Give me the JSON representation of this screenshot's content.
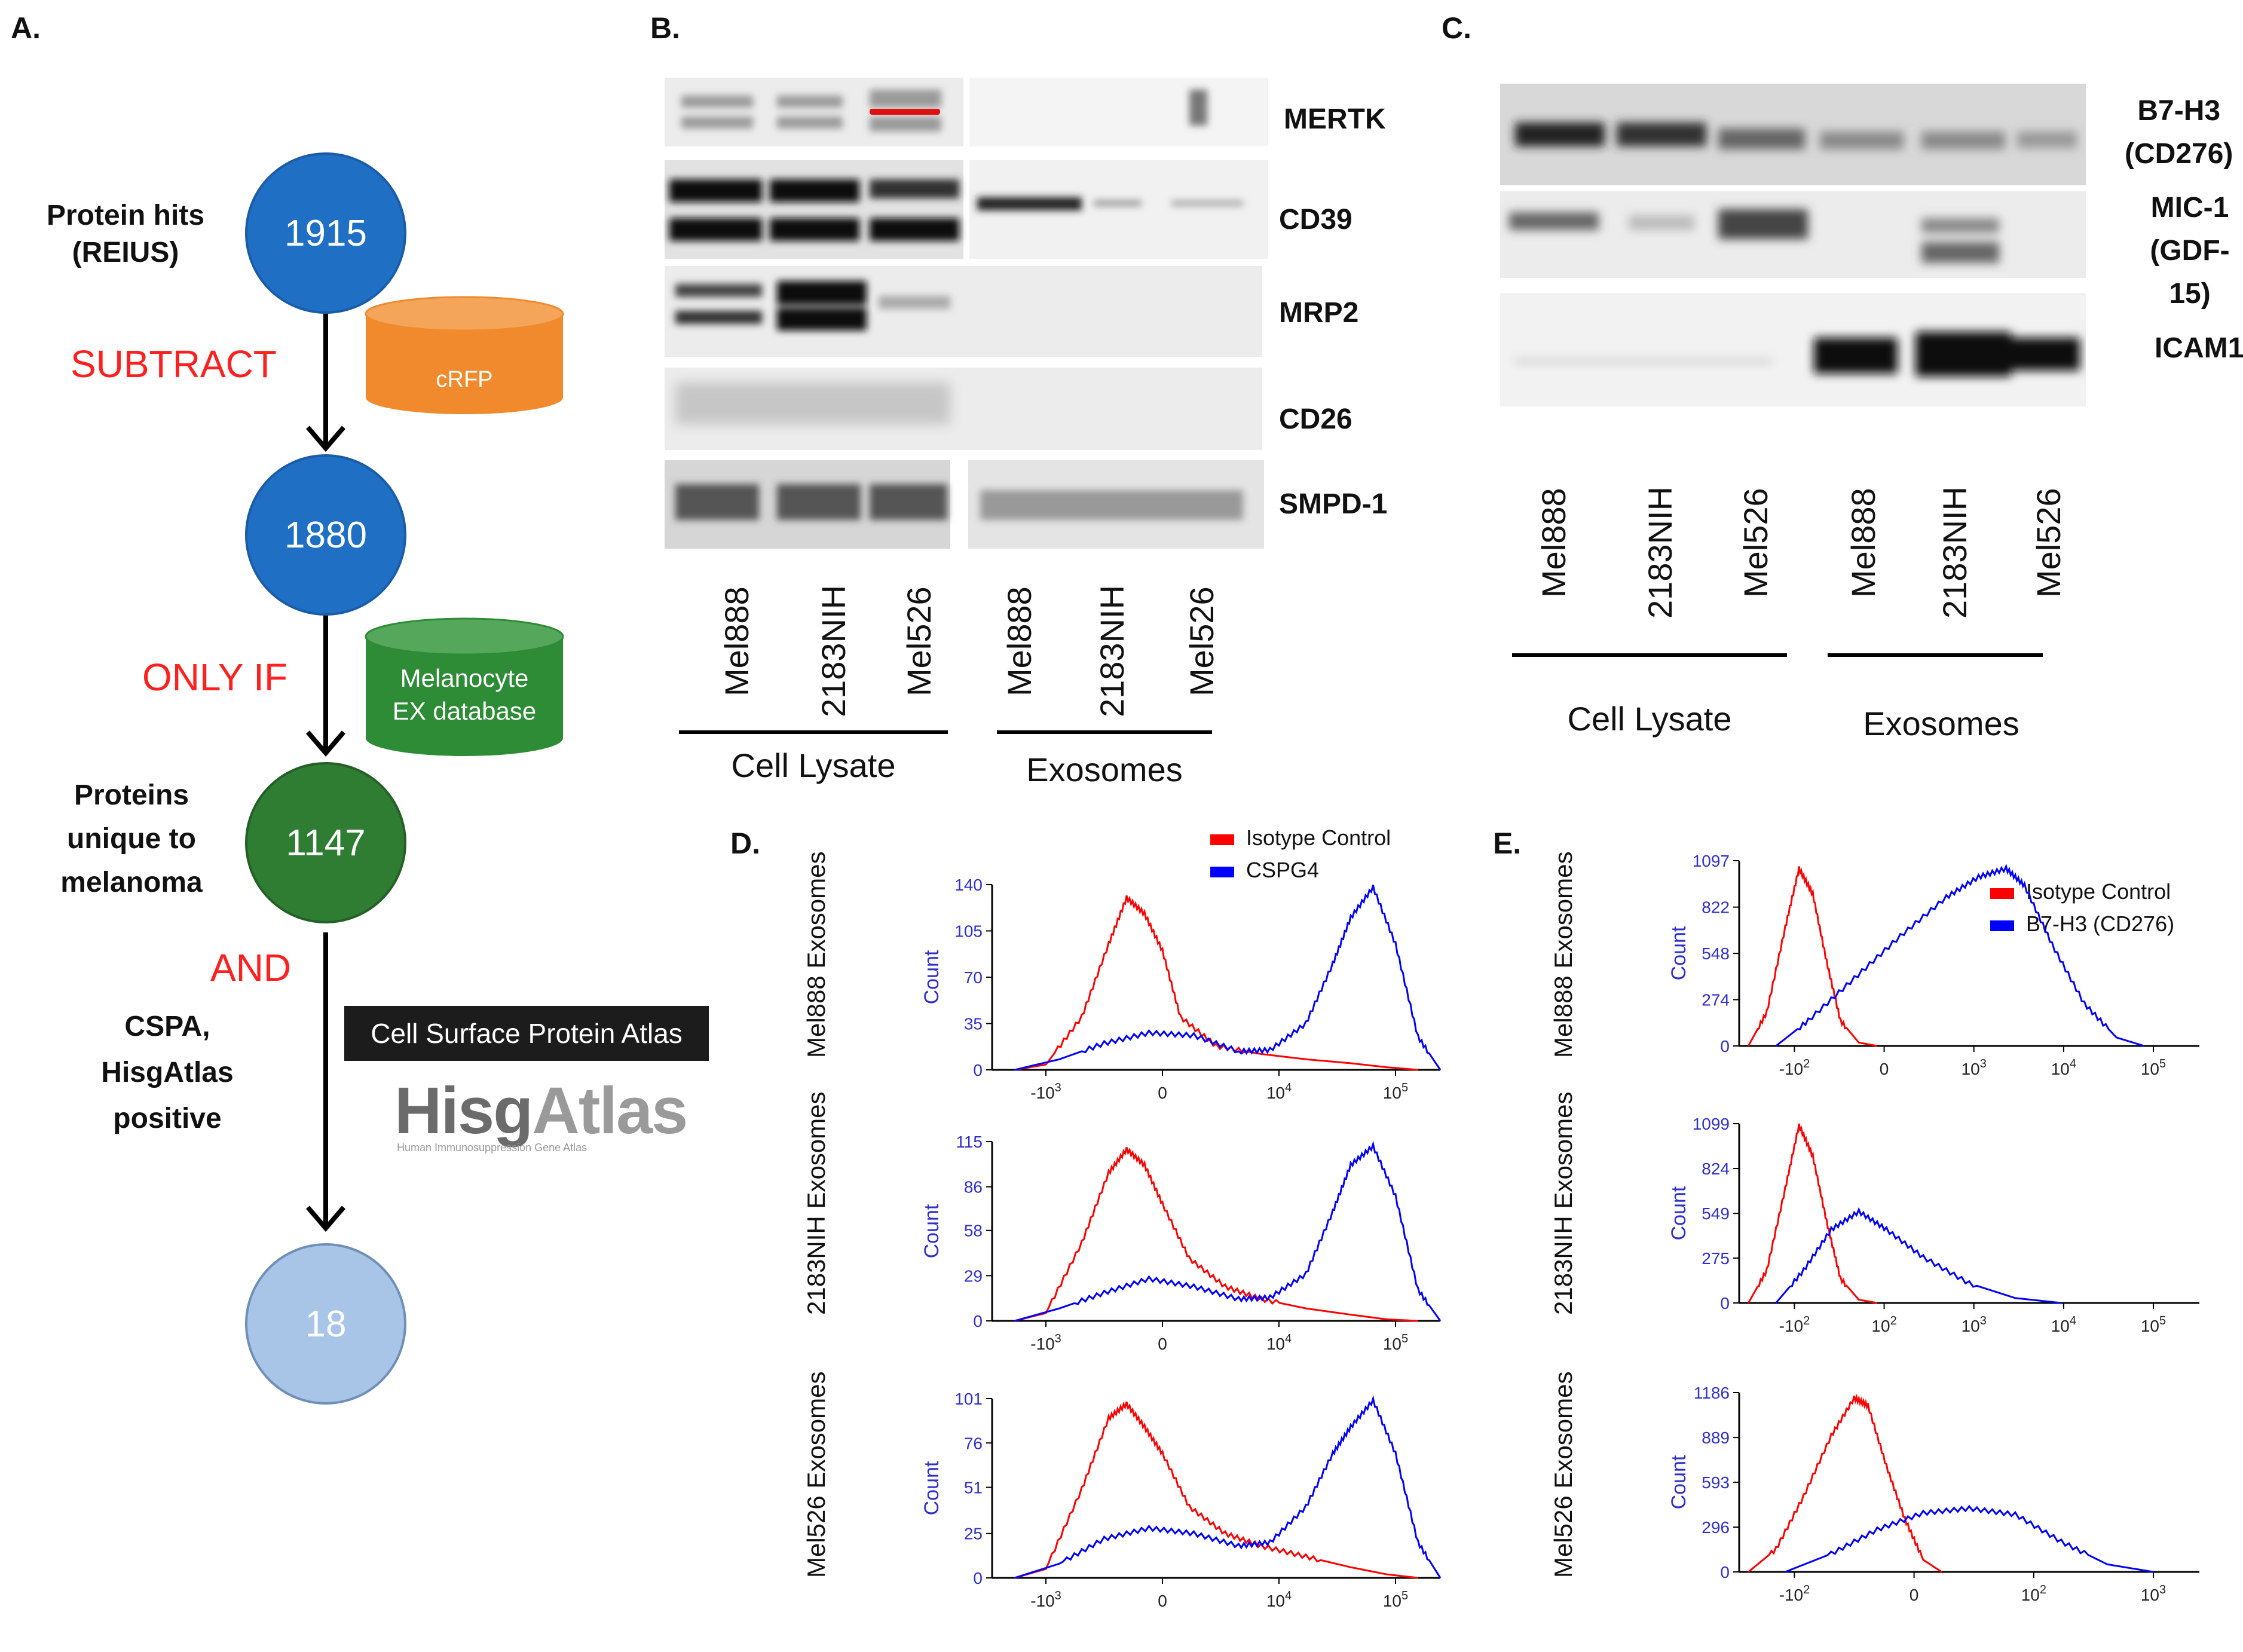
{
  "panels": {
    "A": "A.",
    "B": "B.",
    "C": "C.",
    "D": "D.",
    "E": "E."
  },
  "flow": {
    "steps": [
      {
        "label": "Protein hits\n(REIUS)",
        "value": "1915",
        "color": "#1f6fc5"
      },
      {
        "label": "",
        "value": "1880",
        "color": "#1f6fc5"
      },
      {
        "label": "Proteins\nunique to\nmelanoma",
        "value": "1147",
        "color": "#2e7d32"
      },
      {
        "label": "CSPA,\nHisgAtlas\npositive",
        "value": "18",
        "color": "#a8c4e6"
      }
    ],
    "operators": [
      "SUBTRACT",
      "ONLY IF",
      "AND"
    ],
    "databases": [
      {
        "label": "cRFP",
        "color": "#f08a2c"
      },
      {
        "label": "Melanocyte\nEX database",
        "color": "#2e8b36"
      }
    ],
    "cspa_banner": "Cell Surface Protein Atlas",
    "hisg_logo": {
      "main_a": "Hisg",
      "main_b": "Atlas",
      "tagline": "Human Immunosuppression Gene Atlas"
    }
  },
  "blotB": {
    "proteins": [
      "MERTK",
      "CD39",
      "MRP2",
      "CD26",
      "SMPD-1"
    ],
    "lanes": [
      "Mel888",
      "2183NIH",
      "Mel526",
      "Mel888",
      "2183NIH",
      "Mel526"
    ],
    "groups": [
      "Cell Lysate",
      "Exosomes"
    ]
  },
  "blotC": {
    "proteins": [
      "B7-H3\n(CD276)",
      "MIC-1\n(GDF-15)",
      "ICAM1"
    ],
    "lanes": [
      "Mel888",
      "2183NIH",
      "Mel526",
      "Mel888",
      "2183NIH",
      "Mel526"
    ],
    "groups": [
      "Cell Lysate",
      "Exosomes"
    ]
  },
  "chart_data": [
    {
      "type": "line",
      "panel": "D",
      "row": "Mel888 Exosomes",
      "ylabel": "Count",
      "yticks": [
        0,
        35,
        70,
        105,
        140
      ],
      "ylim": [
        0,
        140
      ],
      "xticks": [
        "-10^3",
        "0",
        "10^4",
        "10^5"
      ],
      "legend": [
        "Isotype Control",
        "CSPG4"
      ],
      "series": [
        {
          "name": "Isotype Control",
          "color": "#ff0000",
          "x": [
            0.05,
            0.12,
            0.2,
            0.26,
            0.3,
            0.34,
            0.38,
            0.42,
            0.5,
            0.6,
            0.7,
            0.8,
            0.88,
            0.95
          ],
          "values": [
            0,
            4,
            40,
            95,
            130,
            118,
            90,
            40,
            18,
            12,
            8,
            5,
            2,
            0
          ]
        },
        {
          "name": "CSPG4",
          "color": "#0000ff",
          "x": [
            0.05,
            0.15,
            0.25,
            0.35,
            0.45,
            0.55,
            0.62,
            0.7,
            0.76,
            0.8,
            0.85,
            0.9,
            0.95,
            1.0
          ],
          "values": [
            0,
            8,
            20,
            28,
            26,
            14,
            15,
            35,
            80,
            115,
            138,
            95,
            25,
            0
          ]
        }
      ]
    },
    {
      "type": "line",
      "panel": "D",
      "row": "2183NIH Exosomes",
      "ylabel": "Count",
      "yticks": [
        0,
        29,
        58,
        86,
        115
      ],
      "ylim": [
        0,
        115
      ],
      "xticks": [
        "-10^3",
        "0",
        "10^4",
        "10^5"
      ],
      "series": [
        {
          "name": "Isotype Control",
          "color": "#ff0000",
          "x": [
            0.05,
            0.12,
            0.2,
            0.26,
            0.3,
            0.34,
            0.38,
            0.44,
            0.52,
            0.6,
            0.7,
            0.8,
            0.88,
            0.95
          ],
          "values": [
            0,
            5,
            50,
            95,
            110,
            100,
            75,
            40,
            22,
            14,
            8,
            4,
            1,
            0
          ]
        },
        {
          "name": "CSPG4",
          "color": "#0000ff",
          "x": [
            0.05,
            0.15,
            0.25,
            0.35,
            0.45,
            0.55,
            0.62,
            0.7,
            0.76,
            0.8,
            0.85,
            0.9,
            0.95,
            1.0
          ],
          "values": [
            0,
            8,
            18,
            27,
            22,
            14,
            15,
            30,
            70,
            100,
            112,
            80,
            20,
            0
          ]
        }
      ]
    },
    {
      "type": "line",
      "panel": "D",
      "row": "Mel526 Exosomes",
      "ylabel": "Count",
      "yticks": [
        0,
        25,
        51,
        76,
        101
      ],
      "ylim": [
        0,
        101
      ],
      "xticks": [
        "-10^3",
        "0",
        "10^4",
        "10^5"
      ],
      "series": [
        {
          "name": "Isotype Control",
          "color": "#ff0000",
          "x": [
            0.05,
            0.12,
            0.2,
            0.26,
            0.3,
            0.34,
            0.38,
            0.44,
            0.52,
            0.6,
            0.7,
            0.8,
            0.88,
            0.95
          ],
          "values": [
            0,
            5,
            50,
            90,
            98,
            85,
            70,
            40,
            25,
            18,
            12,
            6,
            2,
            0
          ]
        },
        {
          "name": "CSPG4",
          "color": "#0000ff",
          "x": [
            0.05,
            0.15,
            0.25,
            0.35,
            0.45,
            0.55,
            0.62,
            0.7,
            0.76,
            0.8,
            0.85,
            0.9,
            0.95,
            1.0
          ],
          "values": [
            0,
            8,
            22,
            28,
            25,
            18,
            20,
            40,
            70,
            85,
            100,
            70,
            20,
            0
          ]
        }
      ]
    },
    {
      "type": "line",
      "panel": "E",
      "row": "Mel888 Exosomes",
      "ylabel": "Count",
      "yticks": [
        0,
        274,
        548,
        822,
        1097
      ],
      "ylim": [
        0,
        1097
      ],
      "xticks": [
        "-10^2",
        "0",
        "10^3",
        "10^4",
        "10^5"
      ],
      "legend": [
        "Isotype Control",
        "B7-H3 (CD276)"
      ],
      "series": [
        {
          "name": "Isotype Control",
          "color": "#ff0000",
          "x": [
            0.02,
            0.06,
            0.1,
            0.13,
            0.16,
            0.19,
            0.22,
            0.26,
            0.3
          ],
          "values": [
            0,
            200,
            700,
            1050,
            900,
            500,
            150,
            20,
            0
          ]
        },
        {
          "name": "B7-H3 (CD276)",
          "color": "#0000ff",
          "x": [
            0.08,
            0.15,
            0.25,
            0.35,
            0.45,
            0.52,
            0.58,
            0.62,
            0.68,
            0.75,
            0.82,
            0.88
          ],
          "values": [
            0,
            150,
            400,
            650,
            880,
            1000,
            1050,
            950,
            600,
            250,
            50,
            0
          ]
        }
      ]
    },
    {
      "type": "line",
      "panel": "E",
      "row": "2183NIH Exosomes",
      "ylabel": "Count",
      "yticks": [
        0,
        275,
        549,
        824,
        1099
      ],
      "ylim": [
        0,
        1099
      ],
      "xticks": [
        "-10^2",
        "10^2",
        "10^3",
        "10^4",
        "10^5"
      ],
      "series": [
        {
          "name": "Isotype Control",
          "color": "#ff0000",
          "x": [
            0.02,
            0.06,
            0.1,
            0.13,
            0.16,
            0.19,
            0.22,
            0.26,
            0.3
          ],
          "values": [
            0,
            200,
            700,
            1090,
            900,
            500,
            150,
            20,
            0
          ]
        },
        {
          "name": "B7-H3 (CD276)",
          "color": "#0000ff",
          "x": [
            0.08,
            0.14,
            0.2,
            0.26,
            0.32,
            0.4,
            0.5,
            0.6,
            0.7
          ],
          "values": [
            0,
            200,
            450,
            560,
            450,
            280,
            120,
            30,
            0
          ]
        }
      ]
    },
    {
      "type": "line",
      "panel": "E",
      "row": "Mel526 Exosomes",
      "ylabel": "Count",
      "yticks": [
        0,
        296,
        593,
        889,
        1186
      ],
      "ylim": [
        0,
        1186
      ],
      "xticks": [
        "-10^2",
        "0",
        "10^2",
        "10^3"
      ],
      "series": [
        {
          "name": "Isotype Control",
          "color": "#ff0000",
          "x": [
            0.02,
            0.08,
            0.14,
            0.2,
            0.25,
            0.28,
            0.32,
            0.36,
            0.4,
            0.44
          ],
          "values": [
            0,
            150,
            500,
            900,
            1150,
            1100,
            700,
            350,
            80,
            0
          ]
        },
        {
          "name": "B7-H3 (CD276)",
          "color": "#0000ff",
          "x": [
            0.1,
            0.2,
            0.3,
            0.4,
            0.5,
            0.6,
            0.7,
            0.8,
            0.9
          ],
          "values": [
            0,
            120,
            280,
            390,
            420,
            380,
            200,
            50,
            0
          ]
        }
      ]
    }
  ]
}
